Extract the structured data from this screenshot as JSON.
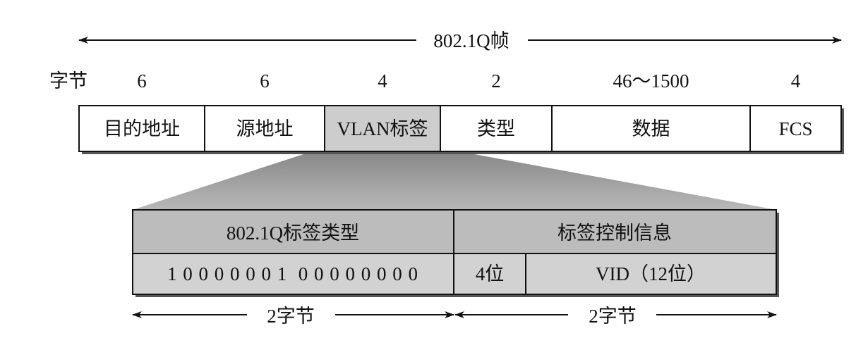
{
  "frame_title": "802.1Q帧",
  "bytes_label": "字节",
  "fields": [
    {
      "name": "目的地址",
      "bytes": "6",
      "highlight": false
    },
    {
      "name": "源地址",
      "bytes": "6",
      "highlight": false
    },
    {
      "name": "VLAN标签",
      "bytes": "4",
      "highlight": true
    },
    {
      "name": "类型",
      "bytes": "2",
      "highlight": false
    },
    {
      "name": "数据",
      "bytes": "46～1500",
      "highlight": false
    },
    {
      "name": "FCS",
      "bytes": "4",
      "highlight": false
    }
  ],
  "tag": {
    "tpid_header": "802.1Q标签类型",
    "tpid_value": "1 0 0 0 0 0 0 1  0 0 0 0 0 0 0 0",
    "tci_header": "标签控制信息",
    "tci_bits": "4位",
    "vid": "VID（12位）",
    "tpid_size": "2字节",
    "tci_size": "2字节"
  },
  "colors": {
    "highlight": "#cdcdcd",
    "tag_header": "#bcbcbc",
    "tag_row": "#d2d2d2",
    "border": "#111111"
  }
}
